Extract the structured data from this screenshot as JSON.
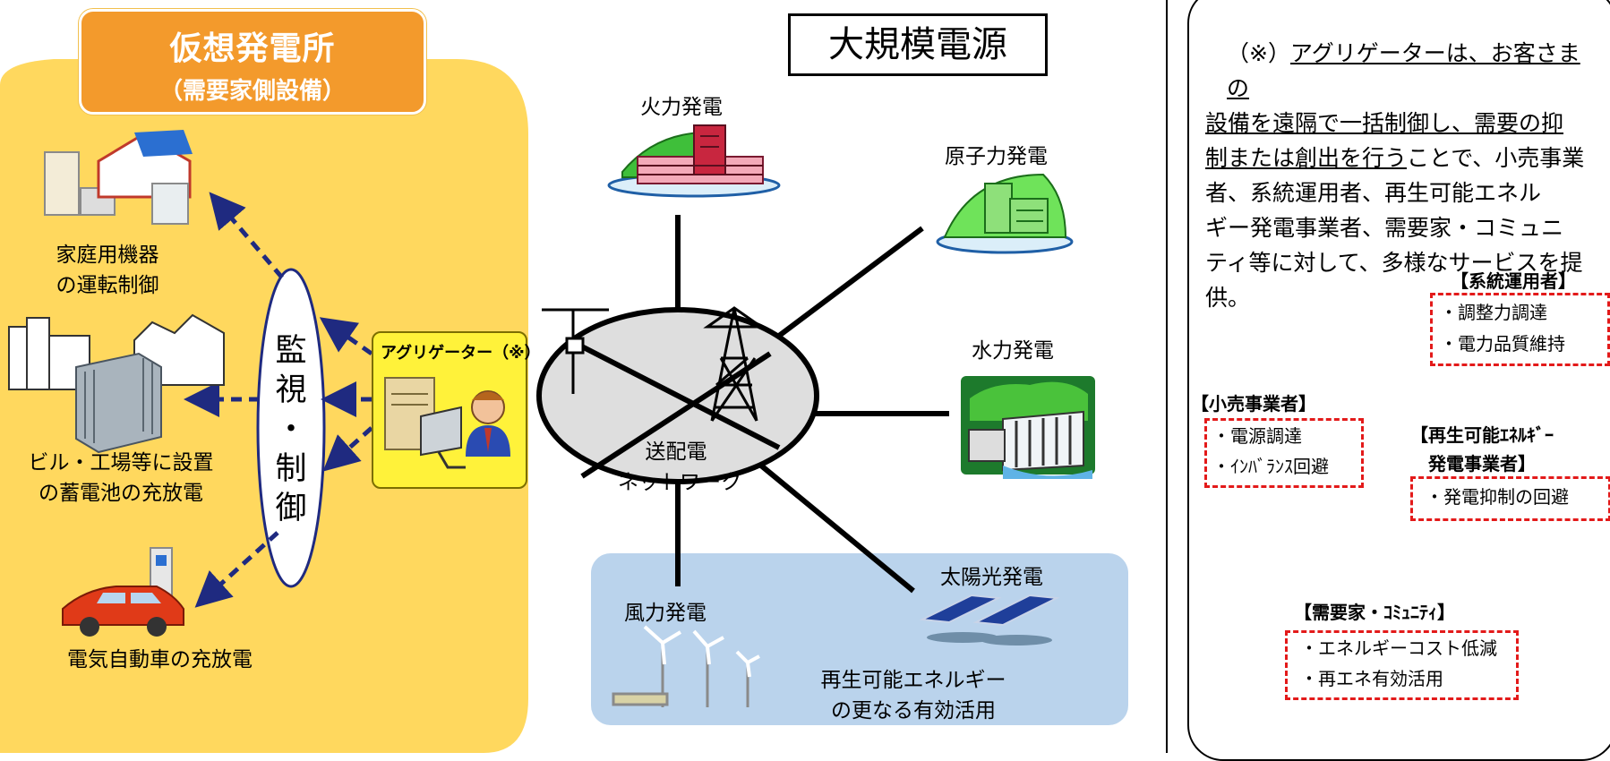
{
  "title": {
    "main": "仮想発電所",
    "sub": "（需要家側設備）"
  },
  "big_power": "大規模電源",
  "plants": {
    "thermal": "火力発電",
    "nuclear": "原子力発電",
    "hydro": "水力発電",
    "solar": "太陽光発電",
    "wind": "風力発電"
  },
  "network": {
    "line1": "送配電",
    "line2": "ネットワーク"
  },
  "renewable": {
    "line1": "再生可能エネルギー",
    "line2": "の更なる有効活用"
  },
  "monitor": {
    "c1": "監",
    "c2": "視",
    "c3": "・",
    "c4": "制",
    "c5": "御"
  },
  "aggregator_label": "アグリゲーター（※）",
  "demand_side": {
    "home": {
      "line1": "家庭用機器",
      "line2": "の運転制御"
    },
    "battery": {
      "line1": "ビル・工場等に設置",
      "line2": "の蓄電池の充放電"
    },
    "ev": "電気自動車の充放電"
  },
  "note": {
    "l1_prefix": "（※）",
    "l1_u": "アグリゲーターは、お客さまの",
    "l2_u": "設備を遠隔で一括制御し、需要の抑",
    "l3_u": "制または創出を行う",
    "l3_rest": "ことで、小売事業",
    "l4": "者、系統運用者、再生可能エネル",
    "l5": "ギー発電事業者、需要家・コミュニ",
    "l6": "ティ等に対して、多様なサービスを提",
    "l7": "供。"
  },
  "services": {
    "grid": {
      "title": "【系統運用者】",
      "items": [
        "・調整力調達",
        "・電力品質維持"
      ]
    },
    "retail": {
      "title": "【小売事業者】",
      "items": [
        "・電源調達",
        "・ｲﾝﾊﾞﾗﾝｽ回避"
      ]
    },
    "renewable": {
      "title1": "【再生可能ｴﾈﾙｷﾞｰ",
      "title2": "発電事業者】",
      "items": [
        "・発電抑制の回避"
      ]
    },
    "consumer": {
      "title": "【需要家・ｺﾐｭﾆﾃｨ】",
      "items": [
        "・エネルギーコスト低減",
        "・再エネ有効活用"
      ]
    }
  },
  "colors": {
    "vpp_fill": "#ffd85e",
    "title_fill": "#f39a2c",
    "renew_fill": "#bad3ec",
    "arrow_blue": "#5b9bd5",
    "dash_red": "#e31a1a",
    "aggregator_fill": "#fff23a"
  }
}
